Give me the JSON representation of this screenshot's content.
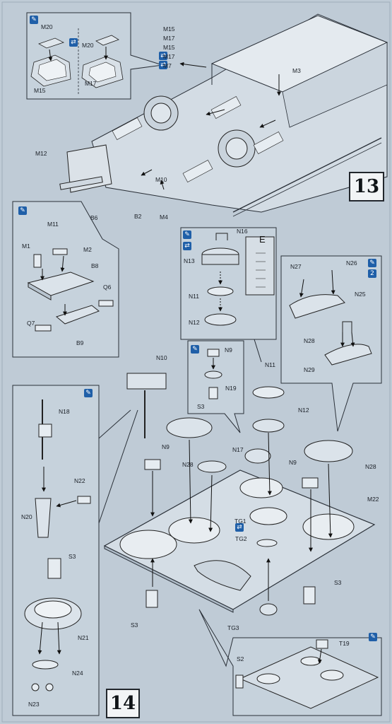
{
  "steps": {
    "step13": "13",
    "step14": "14"
  },
  "colors": {
    "paper": "#bfcbd6",
    "line": "#2a3038",
    "icon_blue": "#1f5fa8"
  },
  "icons": {
    "glue": "cement-bottle-icon",
    "option": "option-arrows-icon"
  },
  "step13_labels": {
    "m20a": "M20",
    "m20b": "M20",
    "m15a": "M15",
    "m17a": "M17",
    "m15b": "M15",
    "m17b": "M17",
    "m7": "M7",
    "m3": "M3",
    "m12": "M12",
    "m10": "M10",
    "b6": "B6",
    "b2": "B2",
    "m4": "M4"
  },
  "inset_left_labels": {
    "m11": "M11",
    "m1": "M1",
    "m2": "M2",
    "b8": "B8",
    "q6": "Q6",
    "q7": "Q7",
    "b9": "B9"
  },
  "inset_hatch_labels": {
    "n16": "N16",
    "e": "E",
    "n13": "N13",
    "n11": "N11",
    "n12": "N12"
  },
  "inset_right_labels": {
    "n27": "N27",
    "n26": "N26",
    "n25": "N25",
    "n28": "N28",
    "n29": "N29",
    "two": "2"
  },
  "inset_small_labels": {
    "n9": "N9",
    "n19": "N19",
    "s3": "S3"
  },
  "step14_labels": {
    "n10": "N10",
    "n11": "N11",
    "n12": "N12",
    "n9a": "N9",
    "n17": "N17",
    "n28a": "N28",
    "n9b": "N9",
    "n28b": "N28",
    "m22": "M22",
    "tg1": "TG1",
    "tg2": "TG2",
    "s3a": "S3",
    "s3b": "S3",
    "tg3": "TG3",
    "t19": "T19",
    "s2": "S2"
  },
  "inset_cupola_labels": {
    "n18": "N18",
    "n22": "N22",
    "n20": "N20",
    "s3": "S3",
    "n21": "N21",
    "n24": "N24",
    "n23": "N23"
  }
}
